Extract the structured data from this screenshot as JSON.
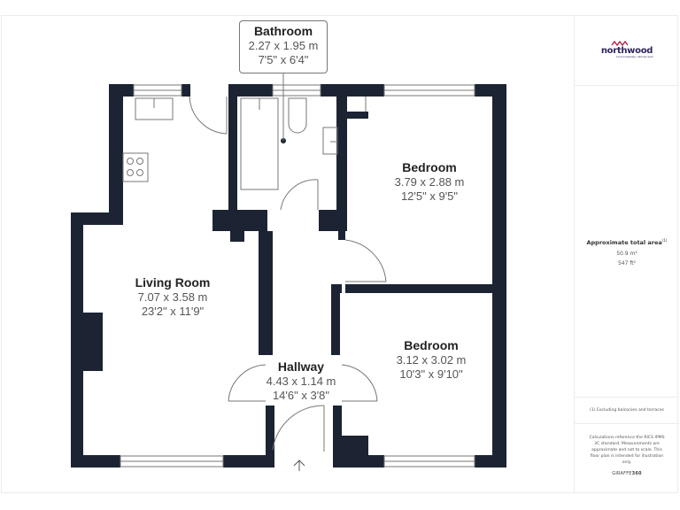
{
  "brand": {
    "name": "northwood",
    "tagline": "Local knowledge, national reach",
    "color": "#2d2460",
    "accent": "#b8234a"
  },
  "summary": {
    "title": "Approximate total area",
    "footnote_marker": "(1)",
    "area_m2": "50.9 m²",
    "area_ft2": "547 ft²"
  },
  "footnote": "(1) Excluding balconies and terraces",
  "disclaimer": "Calculations reference the RICS IPMS 3C standard. Measurements are approximate and not to scale. This floor plan is intended for illustration only.",
  "credit": {
    "prefix": "GIRAFFE",
    "suffix": "360"
  },
  "rooms": [
    {
      "name": "Bathroom",
      "metric": "2.27 x 1.95 m",
      "imperial": "7'5\" x 6'4\""
    },
    {
      "name": "Bedroom",
      "metric": "3.79 x 2.88 m",
      "imperial": "12'5\" x 9'5\""
    },
    {
      "name": "Living Room",
      "metric": "7.07 x 3.58 m",
      "imperial": "23'2\" x 11'9\""
    },
    {
      "name": "Hallway",
      "metric": "4.43 x 1.14 m",
      "imperial": "14'6\" x 3'8\""
    },
    {
      "name": "Bedroom",
      "metric": "3.12 x 3.02 m",
      "imperial": "10'3\" x 9'10\""
    }
  ],
  "colors": {
    "wall": "#1c2433",
    "fixture": "#777777",
    "background": "#ffffff"
  },
  "entrance_icon": "arrow-up-icon"
}
